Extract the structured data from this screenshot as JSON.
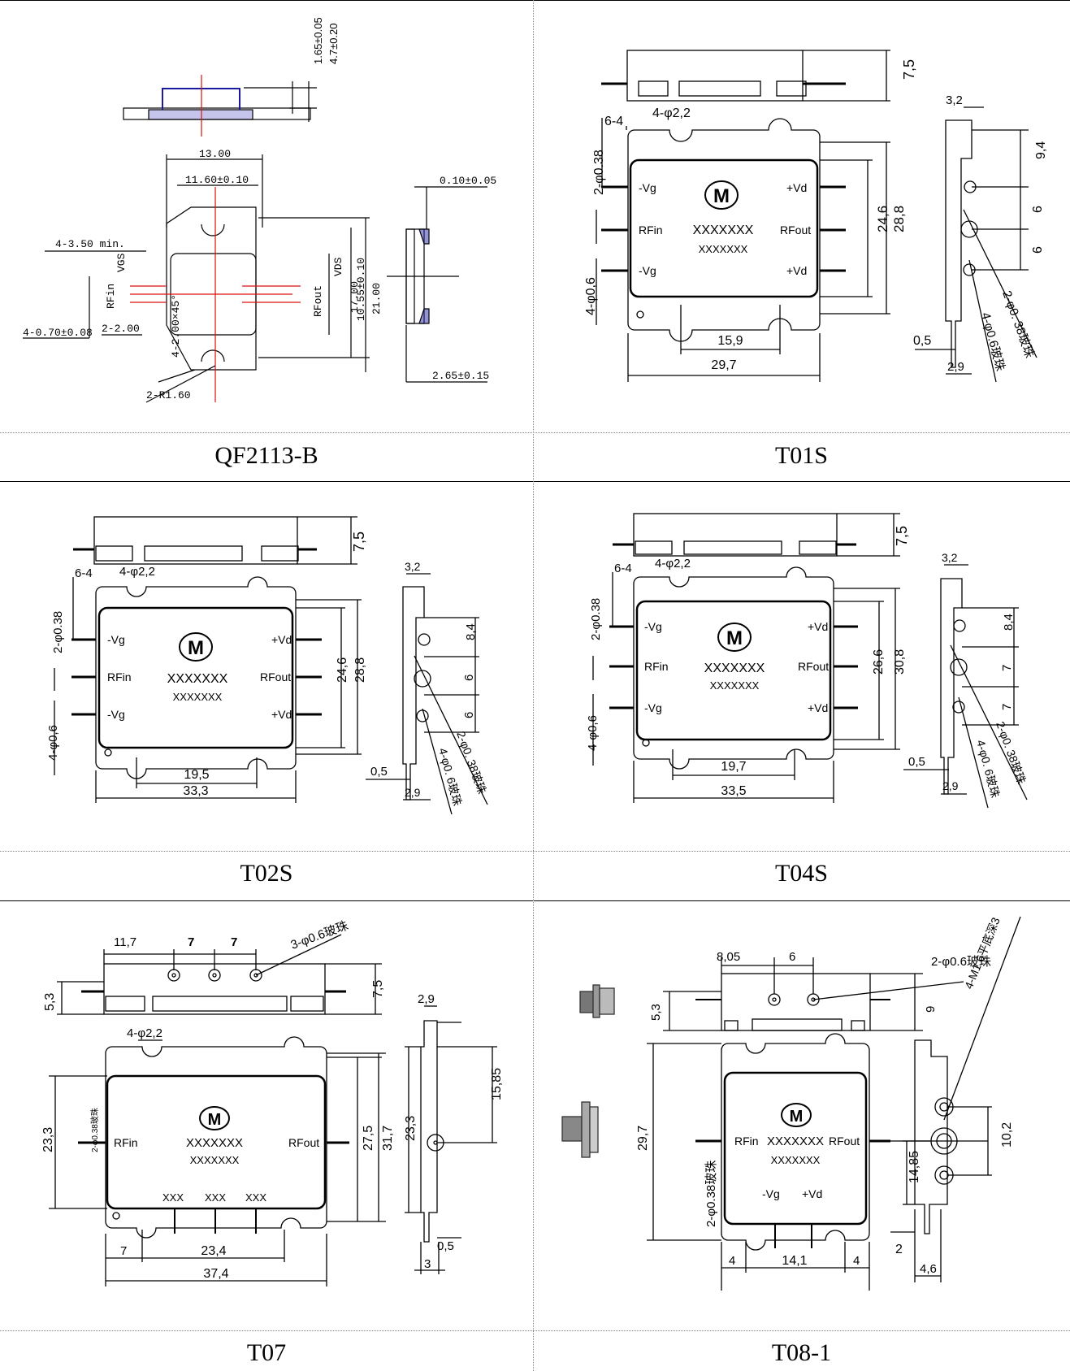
{
  "captions": [
    "QF2113-B",
    "T01S",
    "T02S",
    "T04S",
    "T07",
    "T08-1"
  ],
  "qf2113b": {
    "top_dims": [
      "1.65±0.05",
      "4.7±0.20"
    ],
    "width_outer": "13.00",
    "width_inner": "11.60±0.10",
    "lead_len": "4-3.50 min.",
    "lead_w": "4-0.70±0.08",
    "chamfer": "2-2.00",
    "chamfer2": "4-2.00×45°",
    "radius": "2-R1.60",
    "pins_left": [
      "VGS",
      "RFin"
    ],
    "pins_right": [
      "VDS",
      "RFout"
    ],
    "h_inner": "10.55±0.10",
    "h_mid": "17.00",
    "h_outer": "21.00",
    "side_top": "0.10±0.05",
    "side_bottom": "2.65±0.15"
  },
  "t01s": {
    "height": "7,5",
    "dia_top": "4-φ2,2",
    "pitch": "6-4",
    "pin_dia": "2-φ0.38",
    "ball": "4-φ0,6",
    "labels": [
      "-Vg",
      "RFin",
      "-Vg",
      "+Vd",
      "RFout",
      "+Vd"
    ],
    "part": "XXXXXXX",
    "part2": "XXXXXXX",
    "logo": "M",
    "h1": "24,6",
    "h2": "28,8",
    "w1": "15,9",
    "w2": "29,7",
    "side": [
      "3,2",
      "9,4",
      "6",
      "6",
      "0,5",
      "2,9",
      "2-φ0. 38玻珠",
      "4-φ0.6玻珠"
    ]
  },
  "t02s": {
    "height": "7,5",
    "dia_top": "4-φ2,2",
    "pitch": "6-4",
    "pin_dia": "2-φ0.38",
    "ball": "4-φ0,6",
    "labels": [
      "-Vg",
      "RFin",
      "-Vg",
      "+Vd",
      "RFout",
      "+Vd"
    ],
    "part": "XXXXXXX",
    "part2": "XXXXXXX",
    "logo": "M",
    "h1": "24,6",
    "h2": "28,8",
    "w1": "19,5",
    "w2": "33,3",
    "side": [
      "3,2",
      "8,4",
      "6",
      "6",
      "0,5",
      "2,9",
      "2-φ0. 38玻珠",
      "4-φ0. 6玻珠"
    ]
  },
  "t04s": {
    "height": "7,5",
    "dia_top": "4-φ2,2",
    "pitch": "6-4",
    "pin_dia": "2-φ0.38",
    "ball": "4-φ0,6",
    "labels": [
      "-Vg",
      "RFin",
      "-Vg",
      "+Vd",
      "RFout",
      "+Vd"
    ],
    "part": "XXXXXXX",
    "part2": "XXXXXXX",
    "logo": "M",
    "h1": "26,6",
    "h2": "30,8",
    "w1": "19,7",
    "w2": "33,5",
    "side": [
      "3,2",
      "8,4",
      "7",
      "7",
      "0,5",
      "2,9",
      "2-φ0. 38玻珠",
      "4-φ0. 6玻珠"
    ]
  },
  "t07": {
    "top": [
      "11,7",
      "7",
      "7",
      "3-φ0.6玻珠",
      "5,3",
      "7,5"
    ],
    "dia_top": "4-φ2,2",
    "pin_label": "2-φ0.38玻珠",
    "labels": [
      "RFin",
      "RFout"
    ],
    "part": "XXXXXXX",
    "part2": "XXXXXXX",
    "logo": "M",
    "xxx": [
      "XXX",
      "XXX",
      "XXX"
    ],
    "h_left": "23,3",
    "h1": "27,5",
    "h2": "31,7",
    "w_gap": "7",
    "w1": "23,4",
    "w2": "37,4",
    "side": [
      "2,9",
      "23,3",
      "15,85",
      "0,5",
      "3"
    ]
  },
  "t081": {
    "top": [
      "8,05",
      "6",
      "2-φ0.6玻珠",
      "5,3",
      "9"
    ],
    "labels": [
      "RFin",
      "RFout",
      "-Vg",
      "+Vd"
    ],
    "part": "XXXXXXX",
    "part2": "XXXXXXX",
    "logo": "M",
    "h": "29,7",
    "pin_label": "2-φ0.38玻珠",
    "w": [
      "4",
      "14,1",
      "4"
    ],
    "side": [
      "4-M1.6平底深3",
      "10,2",
      "14,85",
      "2",
      "4,6"
    ]
  }
}
